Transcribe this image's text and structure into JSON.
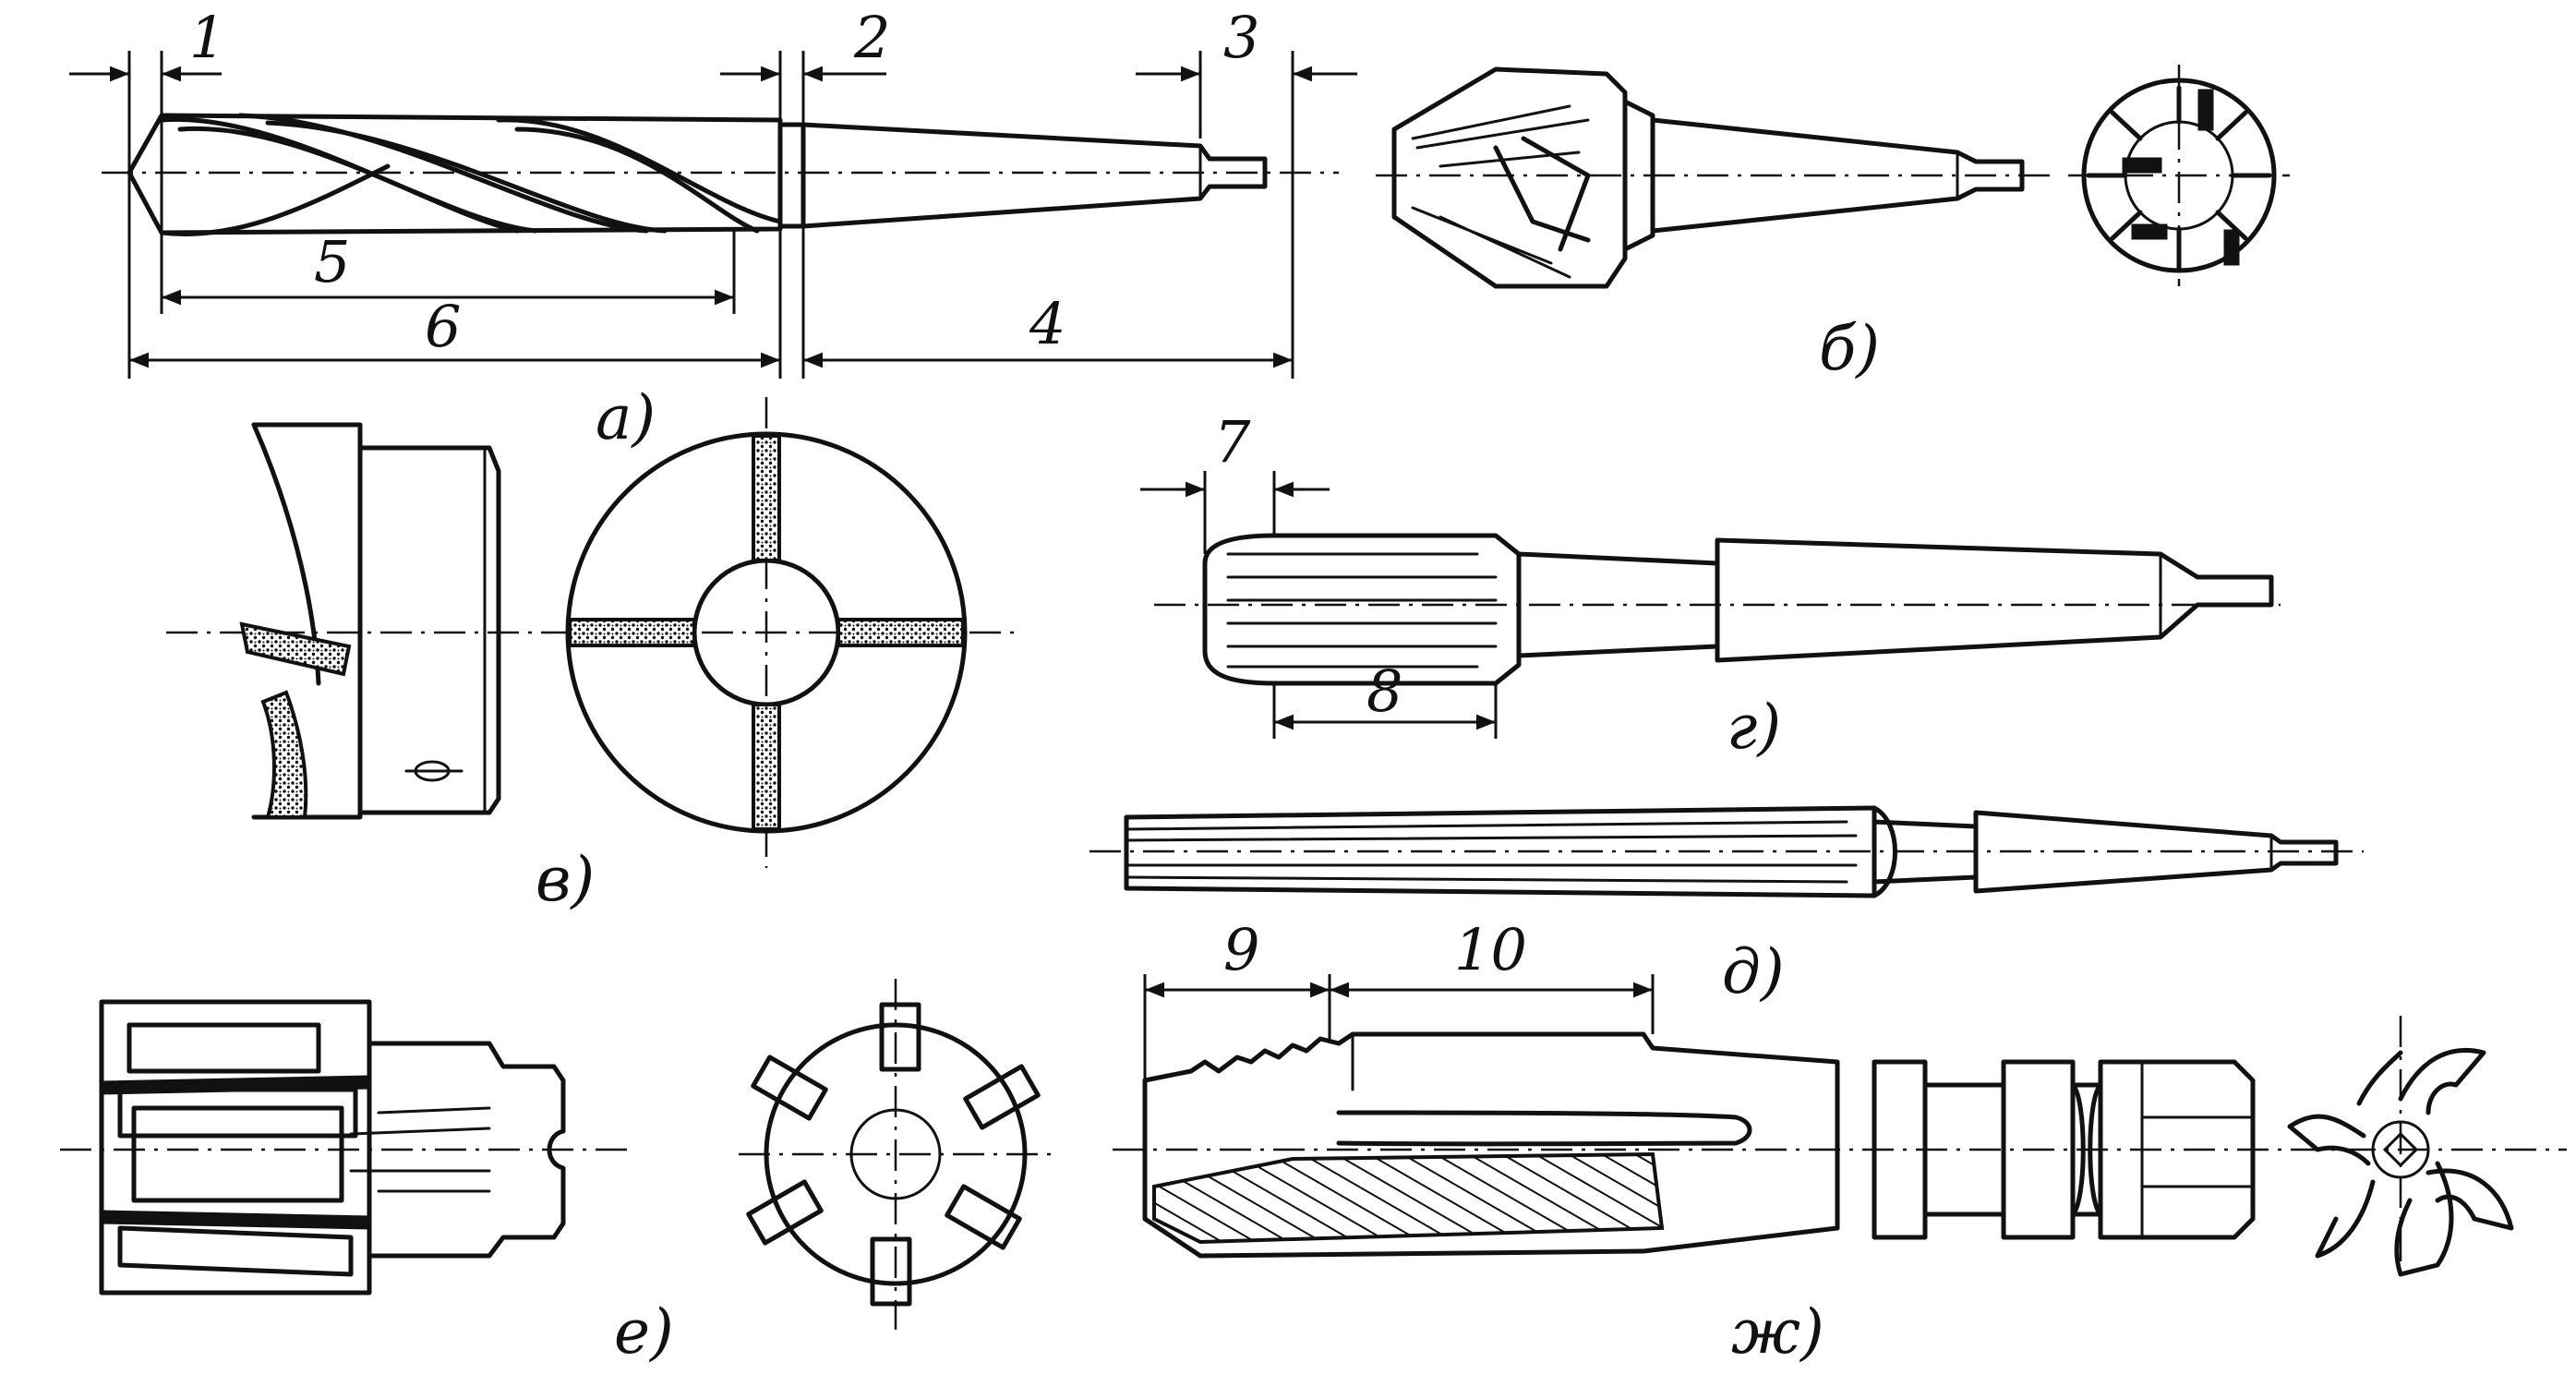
{
  "dimension_labels": {
    "d1": "1",
    "d2": "2",
    "d3": "3",
    "d4": "4",
    "d5": "5",
    "d6": "6",
    "d7": "7",
    "d8": "8",
    "d9": "9",
    "d10": "10"
  },
  "figure_captions": {
    "a": "а)",
    "b": "б)",
    "v": "в)",
    "g": "г)",
    "d": "д)",
    "e": "е)",
    "zh": "ж)"
  },
  "colors": {
    "ink": "#111111",
    "paper": "#ffffff"
  }
}
